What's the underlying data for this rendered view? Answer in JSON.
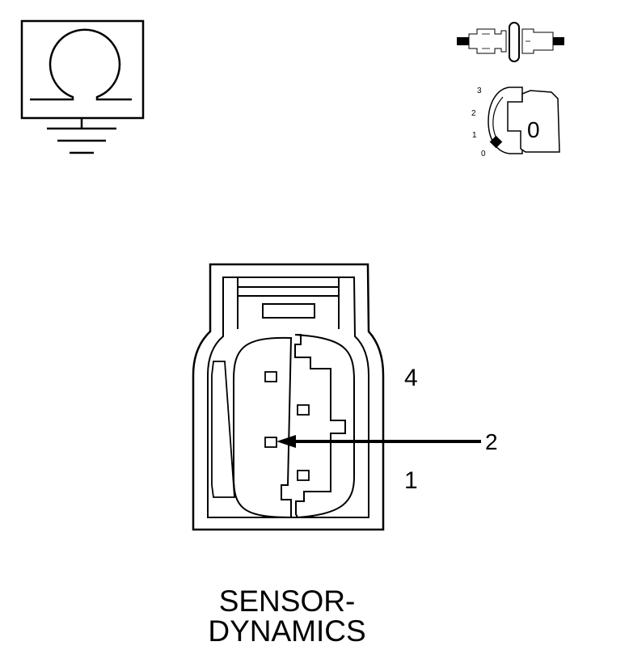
{
  "icons": {
    "resistance_ground": "resistance-ground-symbol",
    "connector_plug": "connector-plug-icon",
    "ignition_key": "ignition-key-icon"
  },
  "ignition": {
    "scale": [
      "3",
      "2",
      "1",
      "0"
    ],
    "key_position": "0"
  },
  "connector": {
    "pin_labels": {
      "top": "4",
      "middle": "2",
      "bottom": "1"
    }
  },
  "caption": {
    "line1": "SENSOR-",
    "line2": "DYNAMICS"
  },
  "colors": {
    "ink": "#000000",
    "background": "#ffffff"
  }
}
